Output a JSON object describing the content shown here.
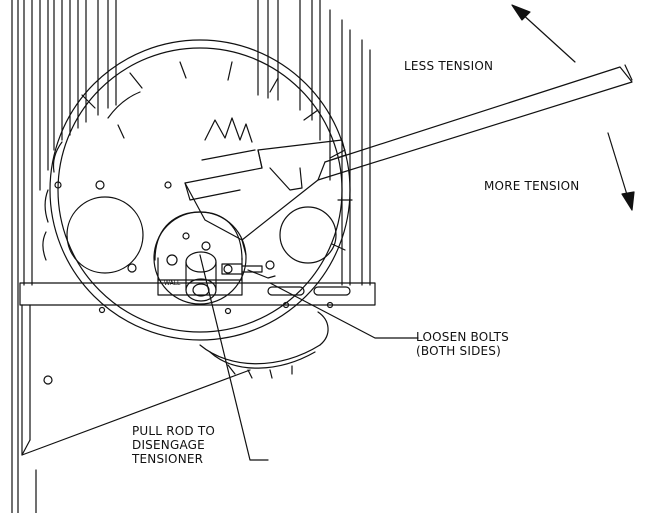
{
  "labels": {
    "less_tension": "LESS TENSION",
    "more_tension": "MORE TENSION",
    "loosen_bolts_line1": "LOOSEN BOLTS",
    "loosen_bolts_line2": "(BOTH SIDES)",
    "pull_rod_line1": "PULL ROD TO",
    "pull_rod_line2": "DISENGAGE",
    "pull_rod_line3": "TENSIONER",
    "wall_stamp": "WALL"
  },
  "colors": {
    "line": "#111111",
    "background": "#ffffff"
  }
}
